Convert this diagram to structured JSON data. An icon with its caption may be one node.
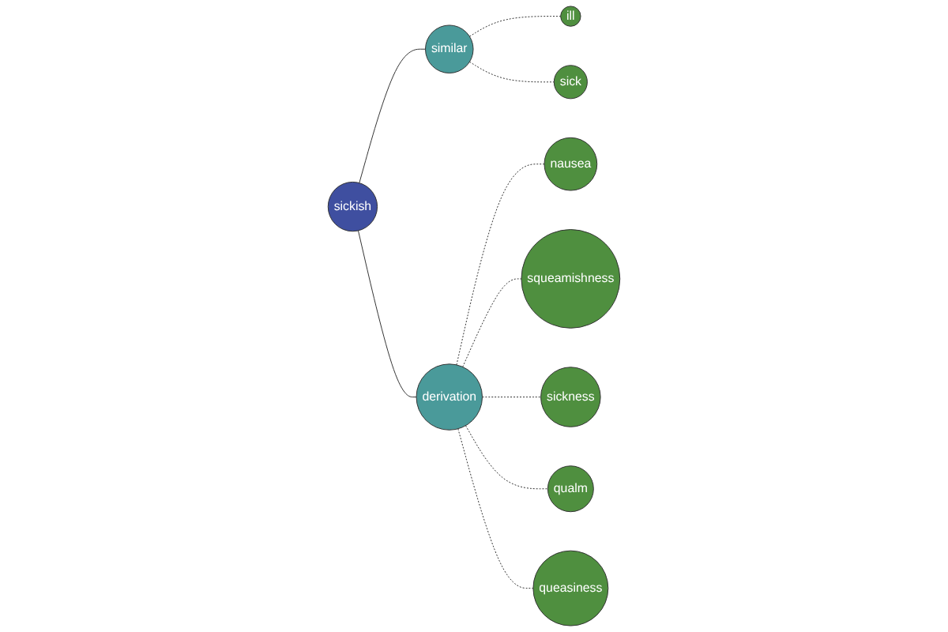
{
  "diagram": {
    "nodes": [
      {
        "text": [
          "ill"
        ]
      },
      {
        "text": [
          "sick"
        ]
      },
      {
        "text": [
          "similar"
        ]
      },
      {
        "text": [
          "sickish"
        ]
      },
      {
        "text": [
          "nausea"
        ]
      },
      {
        "text": [
          "derivation"
        ]
      },
      {
        "text": [
          "squeamishness"
        ]
      },
      {
        "text": [
          "sickness"
        ]
      },
      {
        "text": [
          "qualm"
        ]
      },
      {
        "text": [
          "queasiness"
        ]
      }
    ],
    "edges": [
      {
        "from": 2,
        "to": 0,
        "arrow": "none",
        "style": "dashed"
      },
      {
        "from": 2,
        "to": 1,
        "arrow": "none",
        "style": "dashed"
      },
      {
        "from": 3,
        "to": 2,
        "arrow": "none"
      },
      {
        "from": 3,
        "to": 5,
        "arrow": "none"
      },
      {
        "from": 5,
        "to": 4,
        "arrow": "none",
        "style": "dashed"
      },
      {
        "from": 5,
        "to": 6,
        "arrow": "none",
        "style": "dashed"
      },
      {
        "from": 5,
        "to": 7,
        "arrow": "none",
        "style": "dashed"
      },
      {
        "from": 5,
        "to": 8,
        "arrow": "none",
        "style": "dashed"
      },
      {
        "from": 5,
        "to": 9,
        "arrow": "none",
        "style": "dashed"
      }
    ]
  }
}
